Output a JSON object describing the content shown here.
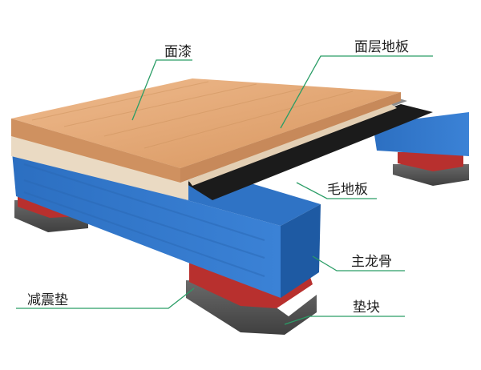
{
  "labels": {
    "finish_paint": "面漆",
    "surface_floor": "面层地板",
    "subfloor": "毛地板",
    "main_joist": "主龙骨",
    "shock_pad": "减震垫",
    "block": "垫块"
  },
  "colors": {
    "wood_top": "#e2a777",
    "wood_side": "#d39a66",
    "board_face": "#f1e3cf",
    "subfloor_top": "#8f8f8f",
    "subfloor_edge": "#1b1b1b",
    "joist": "#2f73c5",
    "joist_dark": "#1e5aa3",
    "pad": "#b8302e",
    "block": "#5c5c5c",
    "leader": "#2a9d66"
  }
}
